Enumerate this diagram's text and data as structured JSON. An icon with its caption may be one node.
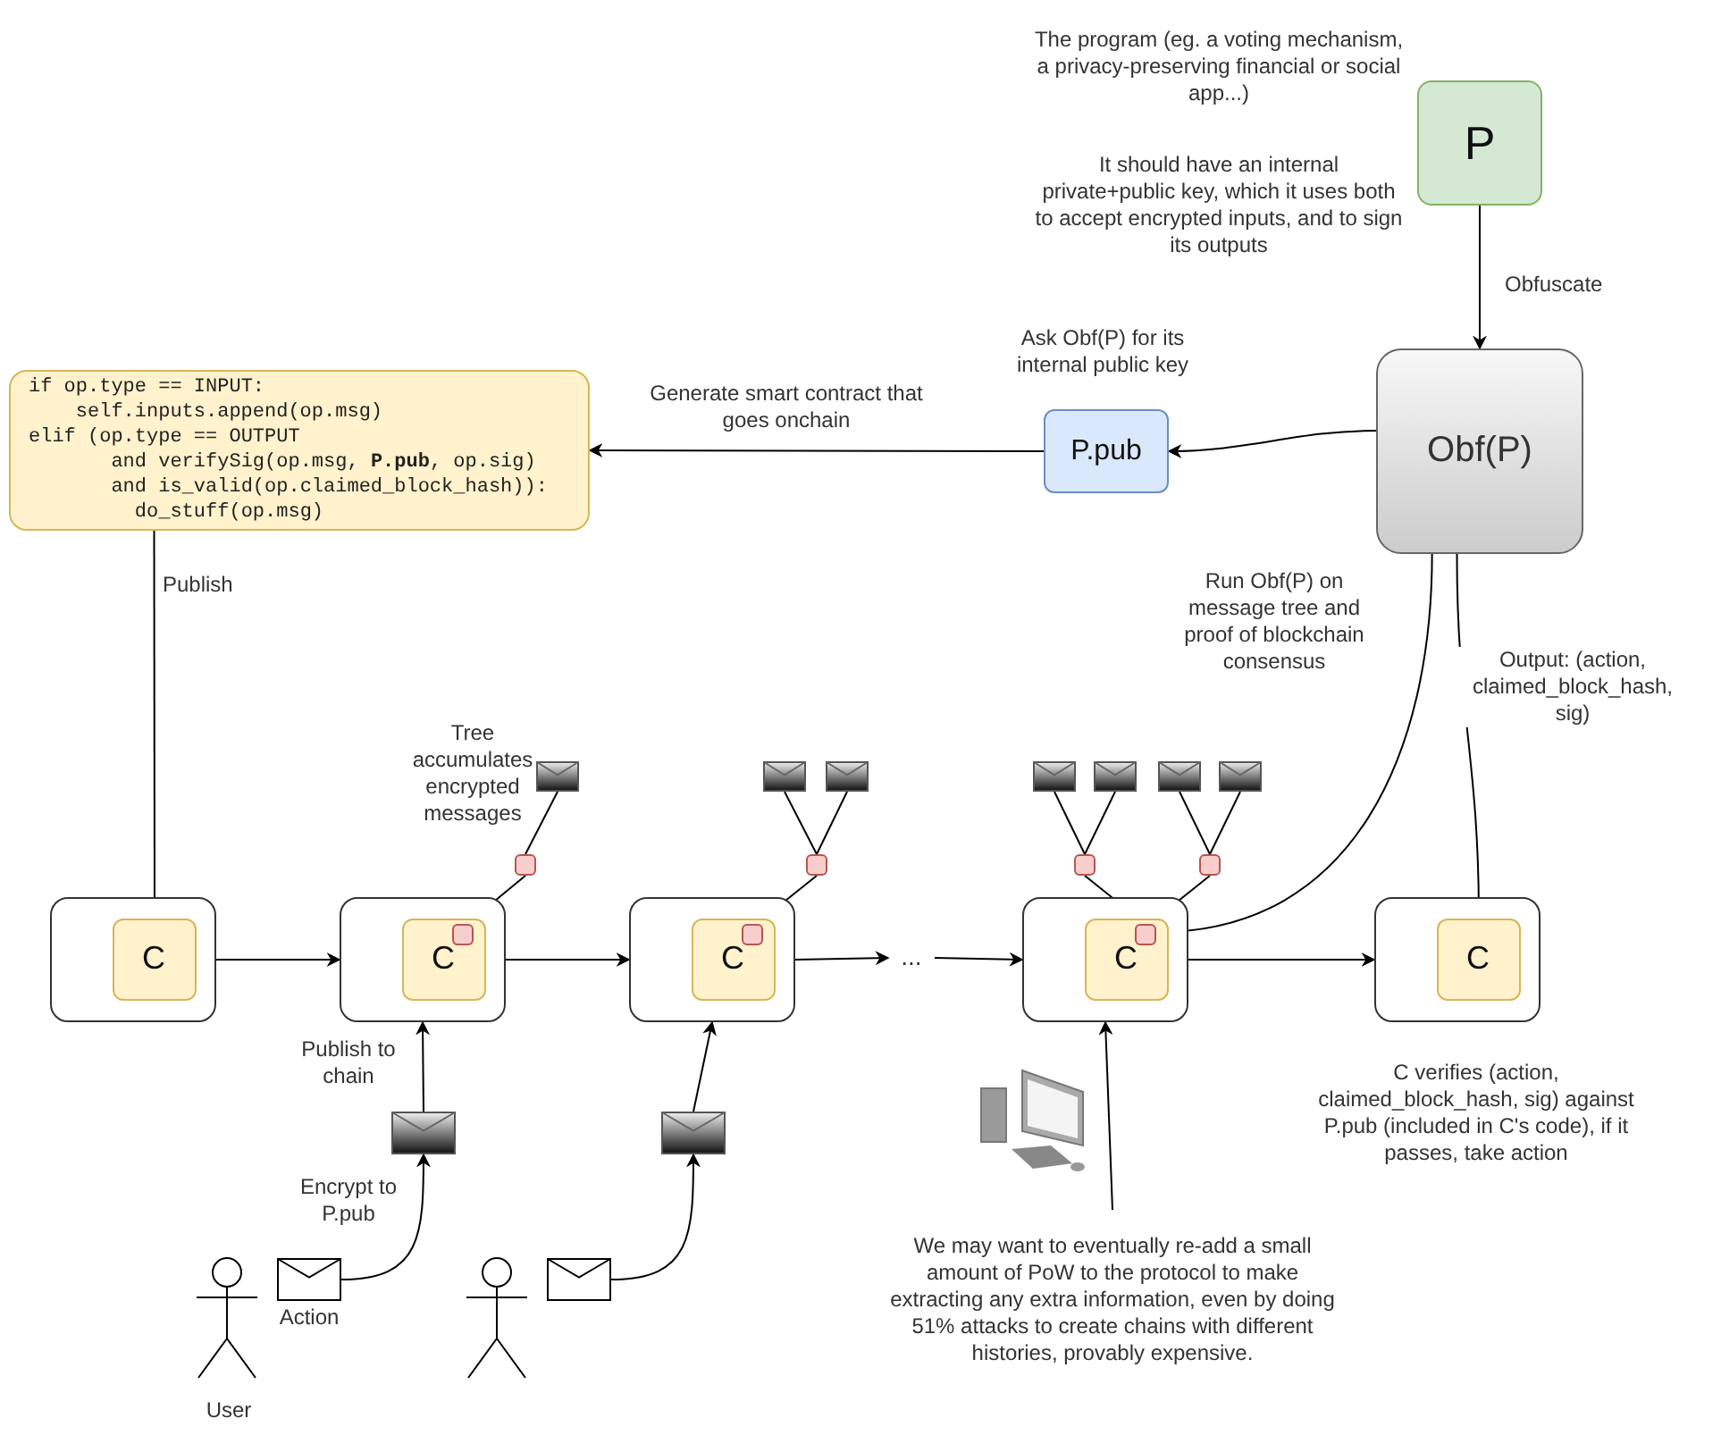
{
  "diagram": {
    "nodes": [
      {
        "text": [
          "P"
        ]
      },
      {
        "text": [
          "Obf(P)"
        ]
      },
      {
        "text": [
          "P.pub"
        ]
      },
      {
        "text": [
          "if op.type == INPUT:",
          "self.inputs.append(op.msg)",
          "elif (op.type == OUTPUT",
          "and verifySig(op.msg, **P.pub**, op.sig)",
          "and is_valid(op.claimed_block_hash)):",
          "do_stuff(op.msg)"
        ]
      },
      {
        "text": [],
        "shape": "envelope"
      },
      {
        "text": [],
        "shape": "envelope"
      },
      {
        "text": [],
        "shape": "envelope"
      },
      {
        "text": [],
        "shape": "envelope"
      },
      {
        "text": [],
        "shape": "envelope"
      },
      {
        "text": [],
        "shape": "envelope"
      },
      {
        "text": [],
        "shape": "envelope"
      },
      {
        "text": [],
        "shape": "box"
      },
      {
        "text": [],
        "shape": "box"
      },
      {
        "text": [],
        "shape": "box"
      },
      {
        "text": [],
        "shape": "box"
      },
      {
        "text": [],
        "shape": "box"
      },
      {
        "text": [
          "C"
        ],
        "in": 15
      },
      {
        "text": [],
        "shape": "box"
      },
      {
        "text": [
          "C"
        ],
        "in": 17
      },
      {
        "text": [],
        "shape": "box",
        "in": 18
      },
      {
        "text": [],
        "shape": "box"
      },
      {
        "text": [
          "C"
        ],
        "in": 20
      },
      {
        "text": [],
        "shape": "box",
        "in": 21
      },
      {
        "text": [
          "..."
        ]
      },
      {
        "text": [],
        "shape": "box"
      },
      {
        "text": [
          "C"
        ],
        "in": 24
      },
      {
        "text": [],
        "shape": "box",
        "in": 25
      },
      {
        "text": [],
        "shape": "box",
        "beside": [
          "C verifies (action, claimed_block_hash, sig) against P.pub (included in C's code), if it passes, take action"
        ]
      },
      {
        "text": [
          "C"
        ],
        "in": 27
      },
      {
        "text": [],
        "shape": "envelope"
      },
      {
        "text": [],
        "shape": "envelope"
      },
      {
        "text": [],
        "shape": "envelope",
        "beside": [
          "Action"
        ]
      },
      {
        "text": [],
        "shape": "envelope"
      },
      {
        "text": [
          "We may want to eventually re-add a small amount of PoW to the protocol to make extracting any extra information, even by doing 51% attacks to create chains with different histories, provably expensive."
        ]
      }
    ],
    "edges": [
      {
        "from": 0,
        "to": 1,
        "arrow": "to",
        "label": "Obfuscate"
      },
      {
        "from": 1,
        "to": 2,
        "arrow": "to",
        "label": "Ask Obf(P) for its internal public key"
      },
      {
        "from": 2,
        "to": 3,
        "arrow": "to",
        "label": "Generate smart contract that goes onchain"
      },
      {
        "from": 3,
        "to": 16,
        "arrow": "to",
        "label": "Publish"
      },
      {
        "from": 15,
        "to": 17,
        "arrow": "to"
      },
      {
        "from": 17,
        "to": 20,
        "arrow": "to"
      },
      {
        "from": 20,
        "to": 23,
        "arrow": "to"
      },
      {
        "from": 23,
        "to": 24,
        "arrow": "to"
      },
      {
        "from": 24,
        "to": 27,
        "arrow": "to"
      },
      {
        "from": 26,
        "to": 1,
        "arrow": "none",
        "label": "Run Obf(P) on message tree and proof of blockchain consensus"
      },
      {
        "from": 1,
        "to": 28,
        "arrow": "to",
        "label": "Output: (action, claimed_block_hash, sig)"
      },
      {
        "from": 4,
        "to": 11,
        "arrow": "none"
      },
      {
        "from": 11,
        "to": 19,
        "arrow": "none"
      },
      {
        "from": 5,
        "to": 12,
        "arrow": "none"
      },
      {
        "from": 6,
        "to": 12,
        "arrow": "none"
      },
      {
        "from": 12,
        "to": 22,
        "arrow": "none"
      },
      {
        "from": 7,
        "to": 13,
        "arrow": "none"
      },
      {
        "from": 8,
        "to": 13,
        "arrow": "none"
      },
      {
        "from": 9,
        "to": 14,
        "arrow": "none"
      },
      {
        "from": 10,
        "to": 14,
        "arrow": "none"
      },
      {
        "from": 13,
        "to": 26,
        "arrow": "none"
      },
      {
        "from": 14,
        "to": 26,
        "arrow": "none"
      },
      {
        "from": 29,
        "to": 17,
        "arrow": "to",
        "label": "Publish to chain"
      },
      {
        "from": 30,
        "to": 20,
        "arrow": "to"
      },
      {
        "from": 31,
        "to": 29,
        "arrow": "to",
        "label": "Encrypt to P.pub"
      },
      {
        "from": 32,
        "to": 30,
        "arrow": "to"
      },
      {
        "from": 33,
        "to": 24,
        "arrow": "to"
      }
    ],
    "labels": [
      "The program (eg. a voting mechanism, a privacy-preserving financial or social app...)",
      "It should have an internal private+public key, which it uses both to accept encrypted inputs, and to sign its outputs",
      "Tree accumulates encrypted messages",
      "User"
    ]
  }
}
